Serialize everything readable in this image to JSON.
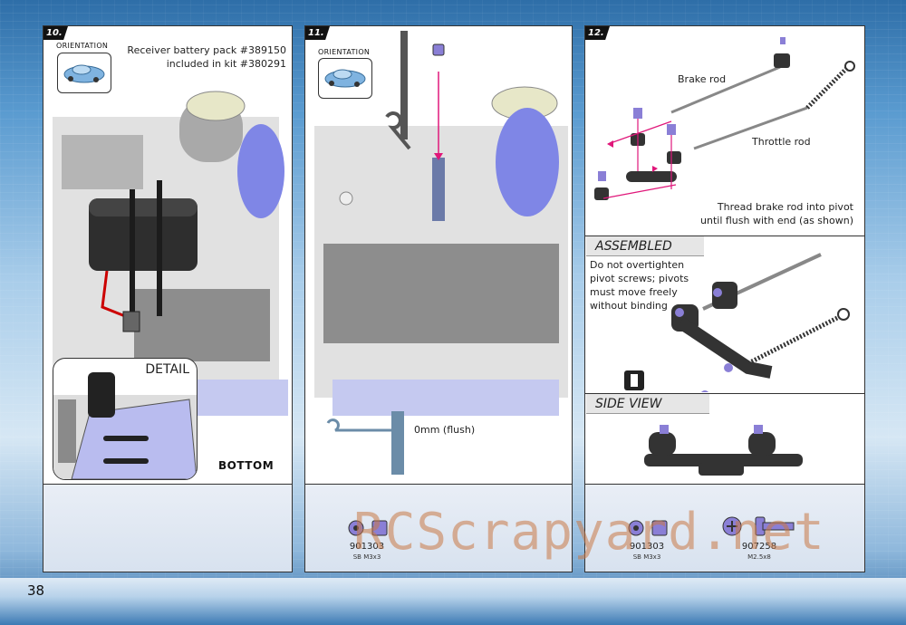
{
  "page": {
    "number": "38"
  },
  "step10": {
    "badge": "10.",
    "orientation_label": "ORIENTATION",
    "note_line1": "Receiver battery pack #389150",
    "note_line2": "included in kit #380291",
    "detail_label": "DETAIL",
    "bottom_label": "BOTTOM"
  },
  "step11": {
    "badge": "11.",
    "orientation_label": "ORIENTATION",
    "flush_label": "0mm (flush)",
    "part_code": "901303",
    "part_desc": "SB M3x3"
  },
  "step12": {
    "badge": "12.",
    "brake_rod_label": "Brake rod",
    "throttle_rod_label": "Throttle rod",
    "thread_note_line1": "Thread brake rod into pivot",
    "thread_note_line2": "until flush with end (as shown)",
    "assembled_view_label": "ASSEMBLED VIEW",
    "assembled_note_lines": [
      "Do not overtighten",
      "pivot screws; pivots",
      "must move freely",
      "without binding"
    ],
    "side_view_label": "SIDE VIEW",
    "parts": [
      {
        "code": "901303",
        "desc": "SB M3x3"
      },
      {
        "code": "907258",
        "desc": "M2.5x8"
      }
    ]
  },
  "watermark": "RCScrapyard.net",
  "colors": {
    "accent_purple": "#8a7fd6",
    "pink_arrow": "#e0177a",
    "panel_border": "#333333"
  }
}
